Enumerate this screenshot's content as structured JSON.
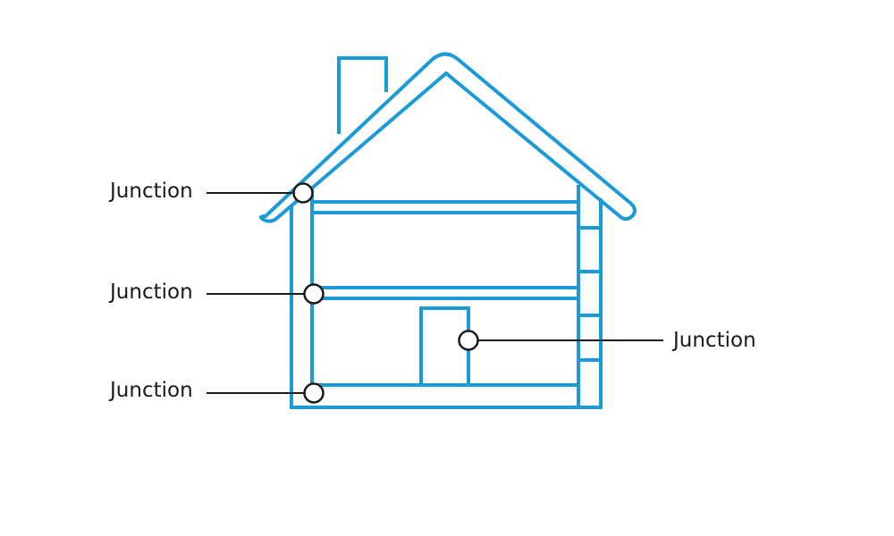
{
  "diagram": {
    "colors": {
      "house": "#1a9ad6",
      "line": "#1a1a1a",
      "background": "#ffffff"
    },
    "labels": {
      "junction_roof": "Junction",
      "junction_floor": "Junction",
      "junction_ground": "Junction",
      "junction_door": "Junction"
    }
  }
}
